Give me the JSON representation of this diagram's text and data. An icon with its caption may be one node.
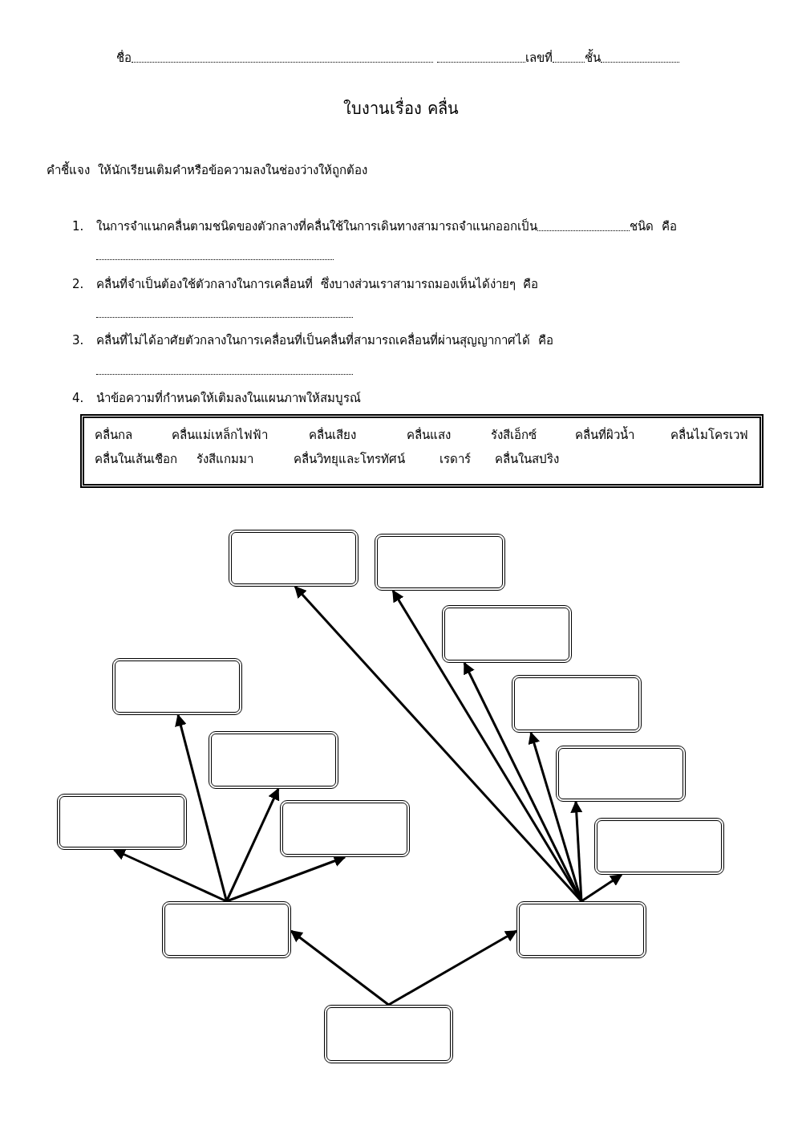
{
  "diagram": {
    "title": "ใบงานเรื่อง คลื่น",
    "nodes": [
      {
        "text": [
          "คลื่นกล",
          "คลื่นแม่เหล็กไฟฟ้า",
          "คลื่นเสียง",
          "คลื่นแสง",
          "รังสีเอ็กซ์",
          "คลื่นที่ผิวน้ำ",
          "คลื่นไมโครเวฟ",
          "คลื่นในเส้นเชือก",
          "รังสีแกมมา",
          "คลื่นวิทยุและโทรทัศน์",
          "เรดาร์",
          "คลื่นในสปริง"
        ]
      },
      {
        "text": [],
        "shape": "box"
      },
      {
        "text": [],
        "shape": "box"
      },
      {
        "text": [],
        "shape": "box"
      },
      {
        "text": [],
        "shape": "box"
      },
      {
        "text": [],
        "shape": "box"
      },
      {
        "text": [],
        "shape": "box"
      },
      {
        "text": [],
        "shape": "box"
      },
      {
        "text": [],
        "shape": "box"
      },
      {
        "text": [],
        "shape": "box"
      },
      {
        "text": [],
        "shape": "box"
      },
      {
        "text": [],
        "shape": "box"
      },
      {
        "text": [],
        "shape": "box"
      },
      {
        "text": [],
        "shape": "box"
      }
    ],
    "edges": [
      {
        "from": 1,
        "to": 2,
        "arrow": "to"
      },
      {
        "from": 1,
        "to": 3,
        "arrow": "to"
      },
      {
        "from": 2,
        "to": 4,
        "arrow": "to"
      },
      {
        "from": 2,
        "to": 5,
        "arrow": "to"
      },
      {
        "from": 2,
        "to": 6,
        "arrow": "to"
      },
      {
        "from": 2,
        "to": 7,
        "arrow": "to"
      },
      {
        "from": 3,
        "to": 8,
        "arrow": "to"
      },
      {
        "from": 3,
        "to": 9,
        "arrow": "to"
      },
      {
        "from": 3,
        "to": 10,
        "arrow": "to"
      },
      {
        "from": 3,
        "to": 11,
        "arrow": "to"
      },
      {
        "from": 3,
        "to": 12,
        "arrow": "to"
      },
      {
        "from": 3,
        "to": 13,
        "arrow": "to"
      }
    ],
    "labels": [
      "ชื่อ",
      "เลขที่",
      "ชั้น",
      "คำชี้แจง  ให้นักเรียนเติมคำหรือข้อความลงในช่องว่างให้ถูกต้อง",
      "1.",
      "ในการจำแนกคลื่นตามชนิดของตัวกลางที่คลื่นใช้ในการเดินทางสามารถจำแนกออกเป็น",
      "ชนิด  คือ",
      "2.",
      "คลื่นที่จำเป็นต้องใช้ตัวกลางในการเคลื่อนที่  ซึ่งบางส่วนเราสามารถมองเห็นได้ง่ายๆ  คือ",
      "3.",
      "คลื่นที่ไม่ได้อาศัยตัวกลางในการเคลื่อนที่เป็นคลื่นที่สามารถเคลื่อนที่ผ่านสุญญากาศได้  คือ",
      "4.",
      "นำข้อความที่กำหนดให้เติมลงในแผนภาพให้สมบูรณ์"
    ]
  }
}
